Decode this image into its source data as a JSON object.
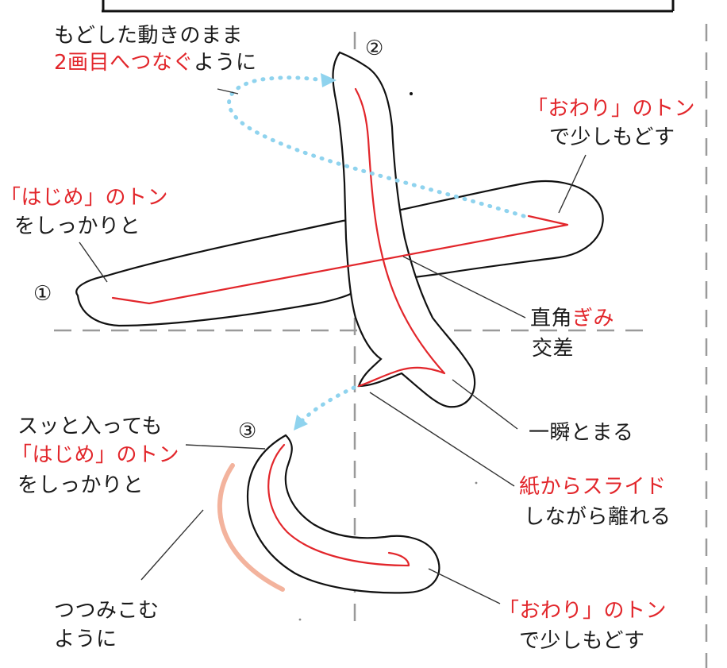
{
  "colors": {
    "outline": "#111111",
    "stroke_path": "#e2262b",
    "arrow": "#8fd3ee",
    "guide": "#9a9a9a",
    "curve_hint": "#f3b39d",
    "highlight_text": "#e2262b"
  },
  "stroke_numbers": {
    "one": "①",
    "two": "②",
    "three": "③"
  },
  "notes": {
    "stroke1_to_2": {
      "line1": "もどした動きのまま",
      "line2_red": "2画目へつなぐ",
      "line2_black": "ように"
    },
    "stroke1_end": {
      "line1_red": "「おわり」のトン",
      "line2": "で少しもどす"
    },
    "stroke1_start": {
      "line1_red": "「はじめ」のトン",
      "line2": "をしっかりと"
    },
    "crossing": {
      "line1_black": "直角",
      "line1_red": "ぎみ",
      "line2": "交差"
    },
    "stroke2_stop": {
      "line1": "一瞬とまる"
    },
    "stroke2_release": {
      "line1_red": "紙からスライド",
      "line2": "しながら離れる"
    },
    "stroke3_start": {
      "line1": "スッと入っても",
      "line2_red": "「はじめ」のトン",
      "line3": "をしっかりと"
    },
    "stroke3_wrap": {
      "line1": "つつみこむ",
      "line2": "ように"
    },
    "stroke3_end": {
      "line1_red": "「おわり」のトン",
      "line2": "で少しもどす"
    }
  }
}
